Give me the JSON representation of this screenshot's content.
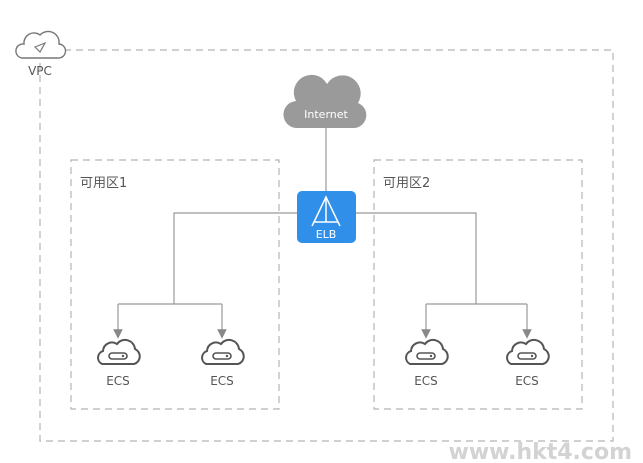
{
  "vpc": {
    "label": "VPC"
  },
  "internet": {
    "label": "Internet"
  },
  "elb": {
    "label": "ELB",
    "color": "#2f8fe9"
  },
  "zones": [
    {
      "label": "可用区1",
      "servers": [
        {
          "label": "ECS"
        },
        {
          "label": "ECS"
        }
      ]
    },
    {
      "label": "可用区2",
      "servers": [
        {
          "label": "ECS"
        },
        {
          "label": "ECS"
        }
      ]
    }
  ],
  "watermark": "www.hkt4.com"
}
